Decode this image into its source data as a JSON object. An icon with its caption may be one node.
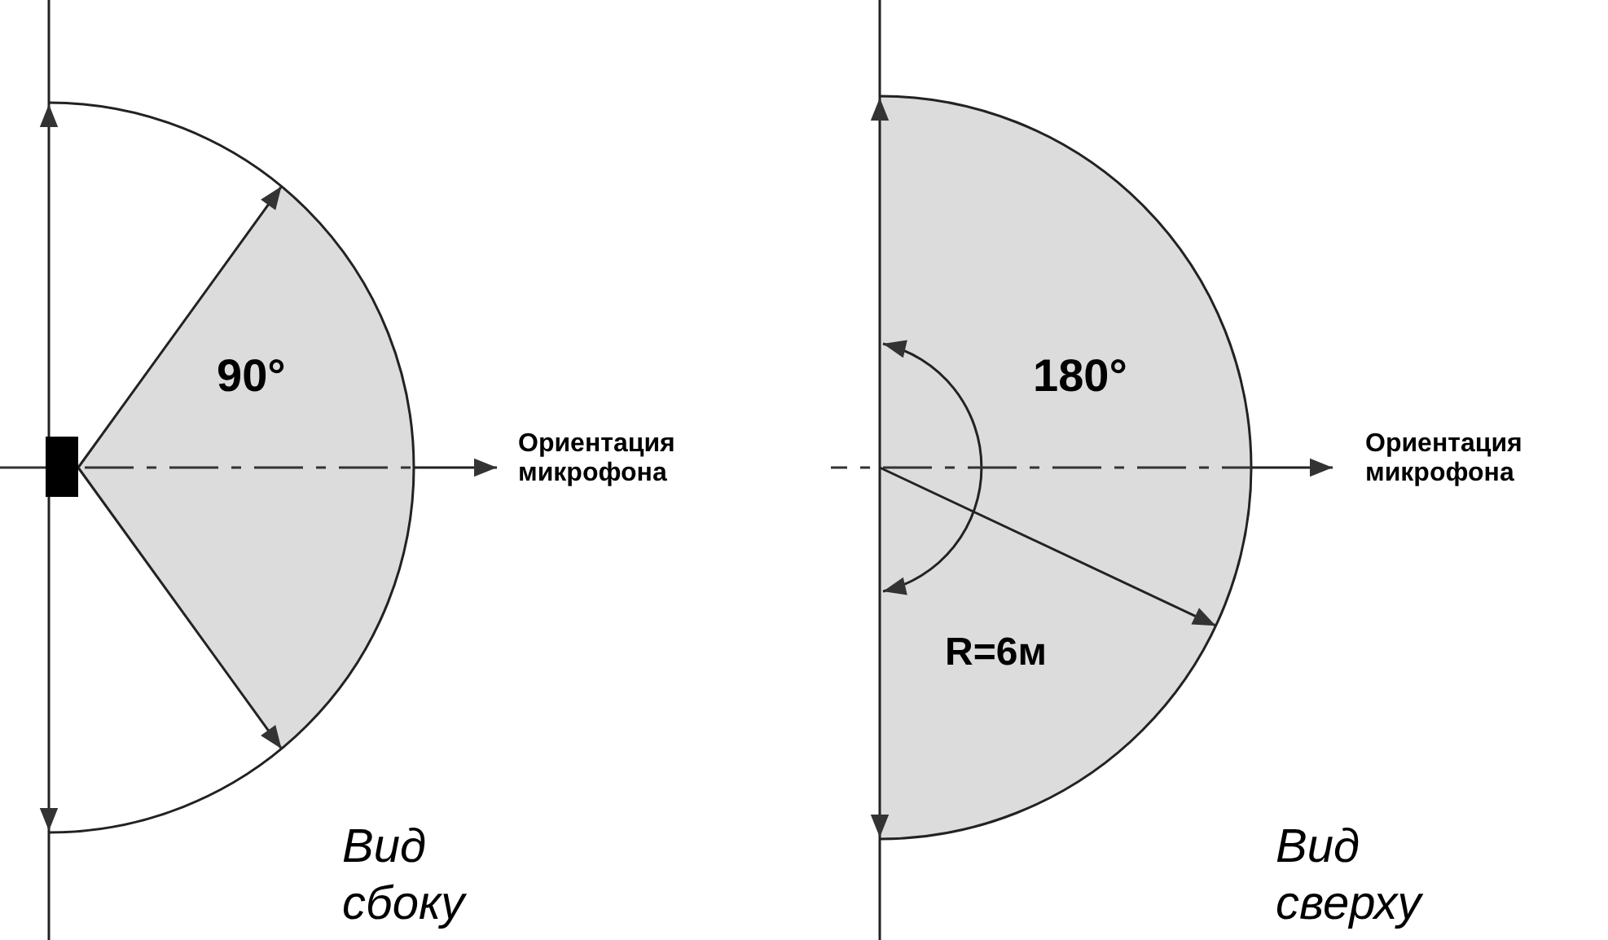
{
  "diagram": {
    "labels": [
      "90°",
      "180°",
      "Ориентация микрофона",
      "Ориентация микрофона",
      "R=6м",
      "Вид сбоку",
      "Вид сверху"
    ]
  }
}
